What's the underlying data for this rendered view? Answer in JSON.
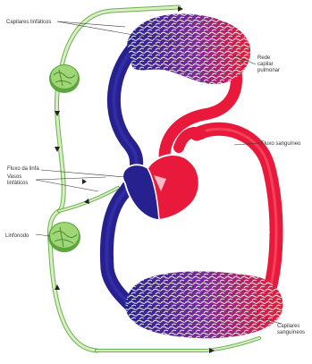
{
  "labels": {
    "capilares_linfaticos": "Capilares linfáticos",
    "rede_capilar_l1": "Rede",
    "rede_capilar_l2": "capilar",
    "rede_capilar_l3": "pulmonar",
    "fluxo_sanguineo": "Fluxo sanguíneo",
    "fluxo_da_linfa": "Fluxo da linfa",
    "vasos_linfaticos_l1": "Vasos",
    "vasos_linfaticos_l2": "linfáticos",
    "linfonodo": "Linfonodo",
    "capilares_sanguineos_l1": "Capilares",
    "capilares_sanguineos_l2": "sanguíneos"
  },
  "colors": {
    "oxygenated": "#e8193a",
    "deoxygenated": "#27208f",
    "lymph": "#b9e39a",
    "lymph_outline": "#6fae55",
    "lymph_node": "#7fc25a"
  }
}
